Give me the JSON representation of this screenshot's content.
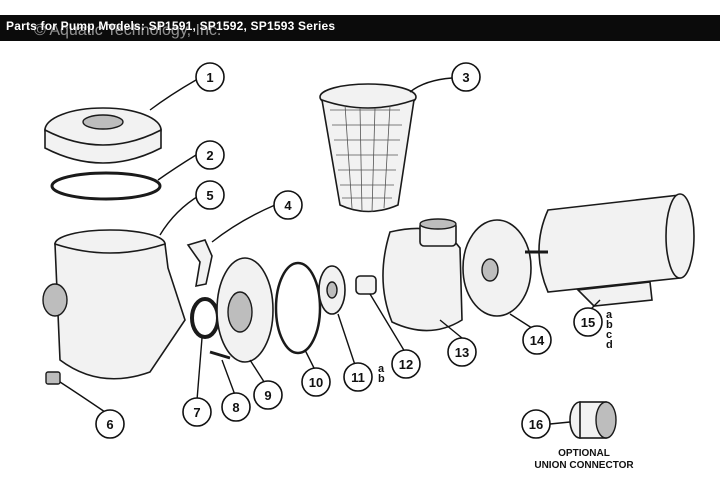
{
  "header": {
    "title": "Parts for Pump Models: SP1591, SP1592, SP1593 Series",
    "watermark": "© Aquatic Technology, Inc."
  },
  "callouts": [
    {
      "id": "1",
      "number": "1",
      "sub": ""
    },
    {
      "id": "2",
      "number": "2",
      "sub": ""
    },
    {
      "id": "3",
      "number": "3",
      "sub": ""
    },
    {
      "id": "4",
      "number": "4",
      "sub": ""
    },
    {
      "id": "5",
      "number": "5",
      "sub": ""
    },
    {
      "id": "6",
      "number": "6",
      "sub": ""
    },
    {
      "id": "7",
      "number": "7",
      "sub": ""
    },
    {
      "id": "8",
      "number": "8",
      "sub": ""
    },
    {
      "id": "9",
      "number": "9",
      "sub": ""
    },
    {
      "id": "10",
      "number": "10",
      "sub": ""
    },
    {
      "id": "11",
      "number": "11",
      "sub": "a b"
    },
    {
      "id": "12",
      "number": "12",
      "sub": ""
    },
    {
      "id": "13",
      "number": "13",
      "sub": ""
    },
    {
      "id": "14",
      "number": "14",
      "sub": ""
    },
    {
      "id": "15",
      "number": "15",
      "sub": "a b c d"
    },
    {
      "id": "16",
      "number": "16",
      "sub": ""
    }
  ],
  "caption": {
    "line1": "OPTIONAL",
    "line2": "UNION CONNECTOR"
  }
}
